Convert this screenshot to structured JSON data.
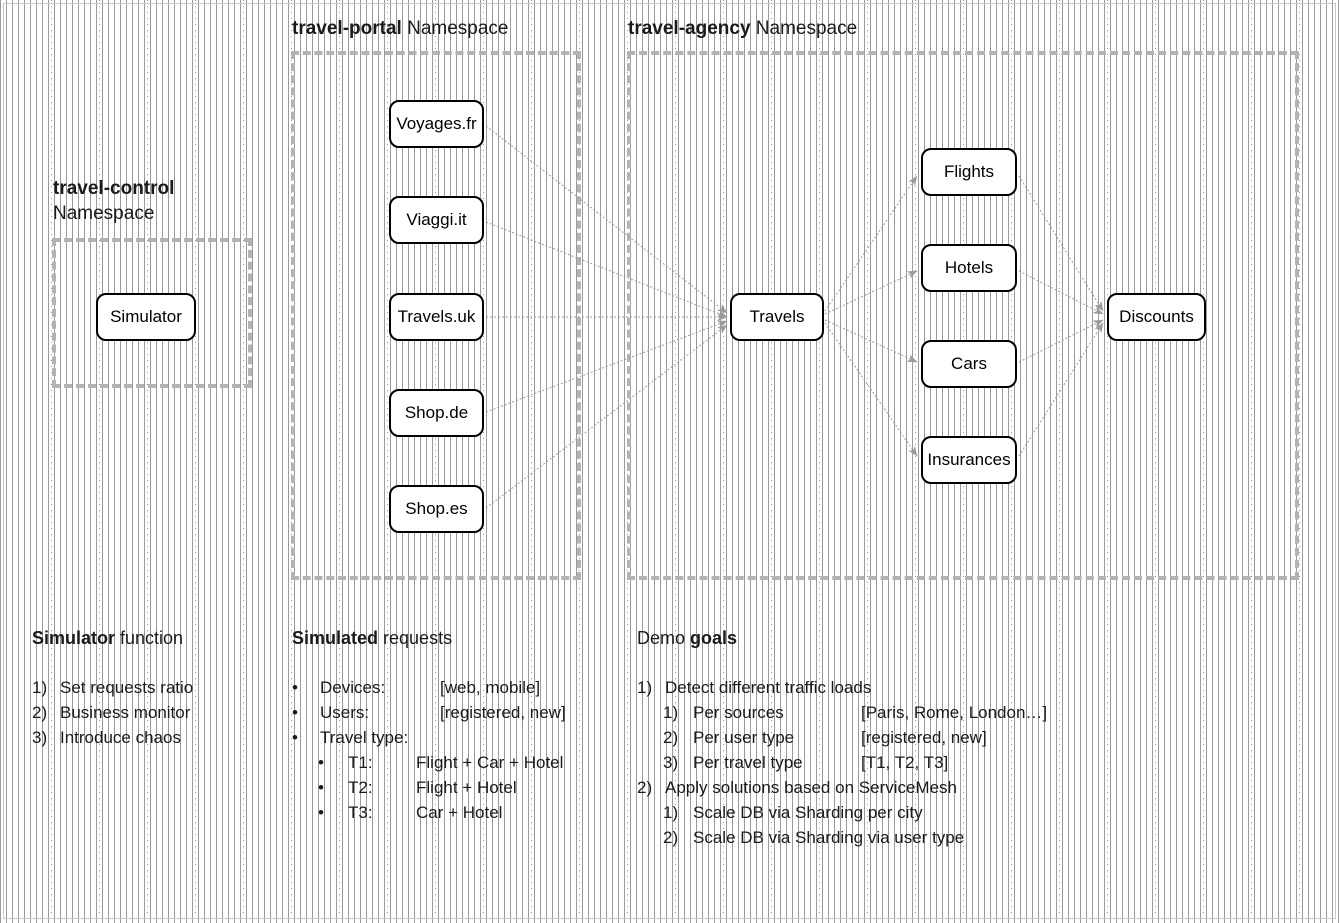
{
  "namespaces": [
    {
      "id": "travel-control",
      "name": "travel-control",
      "suffix": "Namespace"
    },
    {
      "id": "travel-portal",
      "name": "travel-portal",
      "suffix": "Namespace"
    },
    {
      "id": "travel-agency",
      "name": "travel-agency",
      "suffix": "Namespace"
    }
  ],
  "nodes": {
    "simulator": "Simulator",
    "portal": [
      "Voyages.fr",
      "Viaggi.it",
      "Travels.uk",
      "Shop.de",
      "Shop.es"
    ],
    "travels": "Travels",
    "services": [
      "Flights",
      "Hotels",
      "Cars",
      "Insurances"
    ],
    "discounts": "Discounts"
  },
  "sections": {
    "simulator_function": {
      "title_bold": "Simulator",
      "title_rest": " function",
      "items": [
        {
          "marker": "1)",
          "text": "Set requests ratio"
        },
        {
          "marker": "2)",
          "text": "Business monitor"
        },
        {
          "marker": "3)",
          "text": "Introduce chaos"
        }
      ]
    },
    "simulated_requests": {
      "title_bold": "Simulated",
      "title_rest": " requests",
      "items": [
        {
          "marker": "•",
          "label": "Devices:",
          "value": "[web, mobile]"
        },
        {
          "marker": "•",
          "label": "Users:",
          "value": "[registered, new]"
        },
        {
          "marker": "•",
          "label": "Travel type:",
          "value": ""
        }
      ],
      "travel_types": [
        {
          "marker": "•",
          "label": "T1:",
          "value": "Flight + Car + Hotel"
        },
        {
          "marker": "•",
          "label": "T2:",
          "value": "Flight + Hotel"
        },
        {
          "marker": "•",
          "label": "T3:",
          "value": "Car + Hotel"
        }
      ]
    },
    "demo_goals": {
      "title_rest": "Demo ",
      "title_bold": "goals",
      "goals": [
        {
          "marker": "1)",
          "text": "Detect different traffic loads",
          "sub": [
            {
              "marker": "1)",
              "label": "Per sources",
              "value": "[Paris, Rome, London…]"
            },
            {
              "marker": "2)",
              "label": "Per user type",
              "value": "[registered, new]"
            },
            {
              "marker": "3)",
              "label": "Per travel type",
              "value": "[T1, T2, T3]"
            }
          ]
        },
        {
          "marker": "2)",
          "text": "Apply solutions based on ServiceMesh",
          "sub": [
            {
              "marker": "1)",
              "label": "Scale DB via Sharding per city",
              "value": ""
            },
            {
              "marker": "2)",
              "label": "Scale DB via Sharding via user type",
              "value": ""
            }
          ]
        }
      ]
    }
  },
  "colors": {
    "namespace_border": "#b3b3b3",
    "node_border": "#000000",
    "edge": "#999999",
    "grid_dot": "#9a9a9a",
    "frame": "#c8c8c8",
    "text": "#1a1a1a"
  }
}
